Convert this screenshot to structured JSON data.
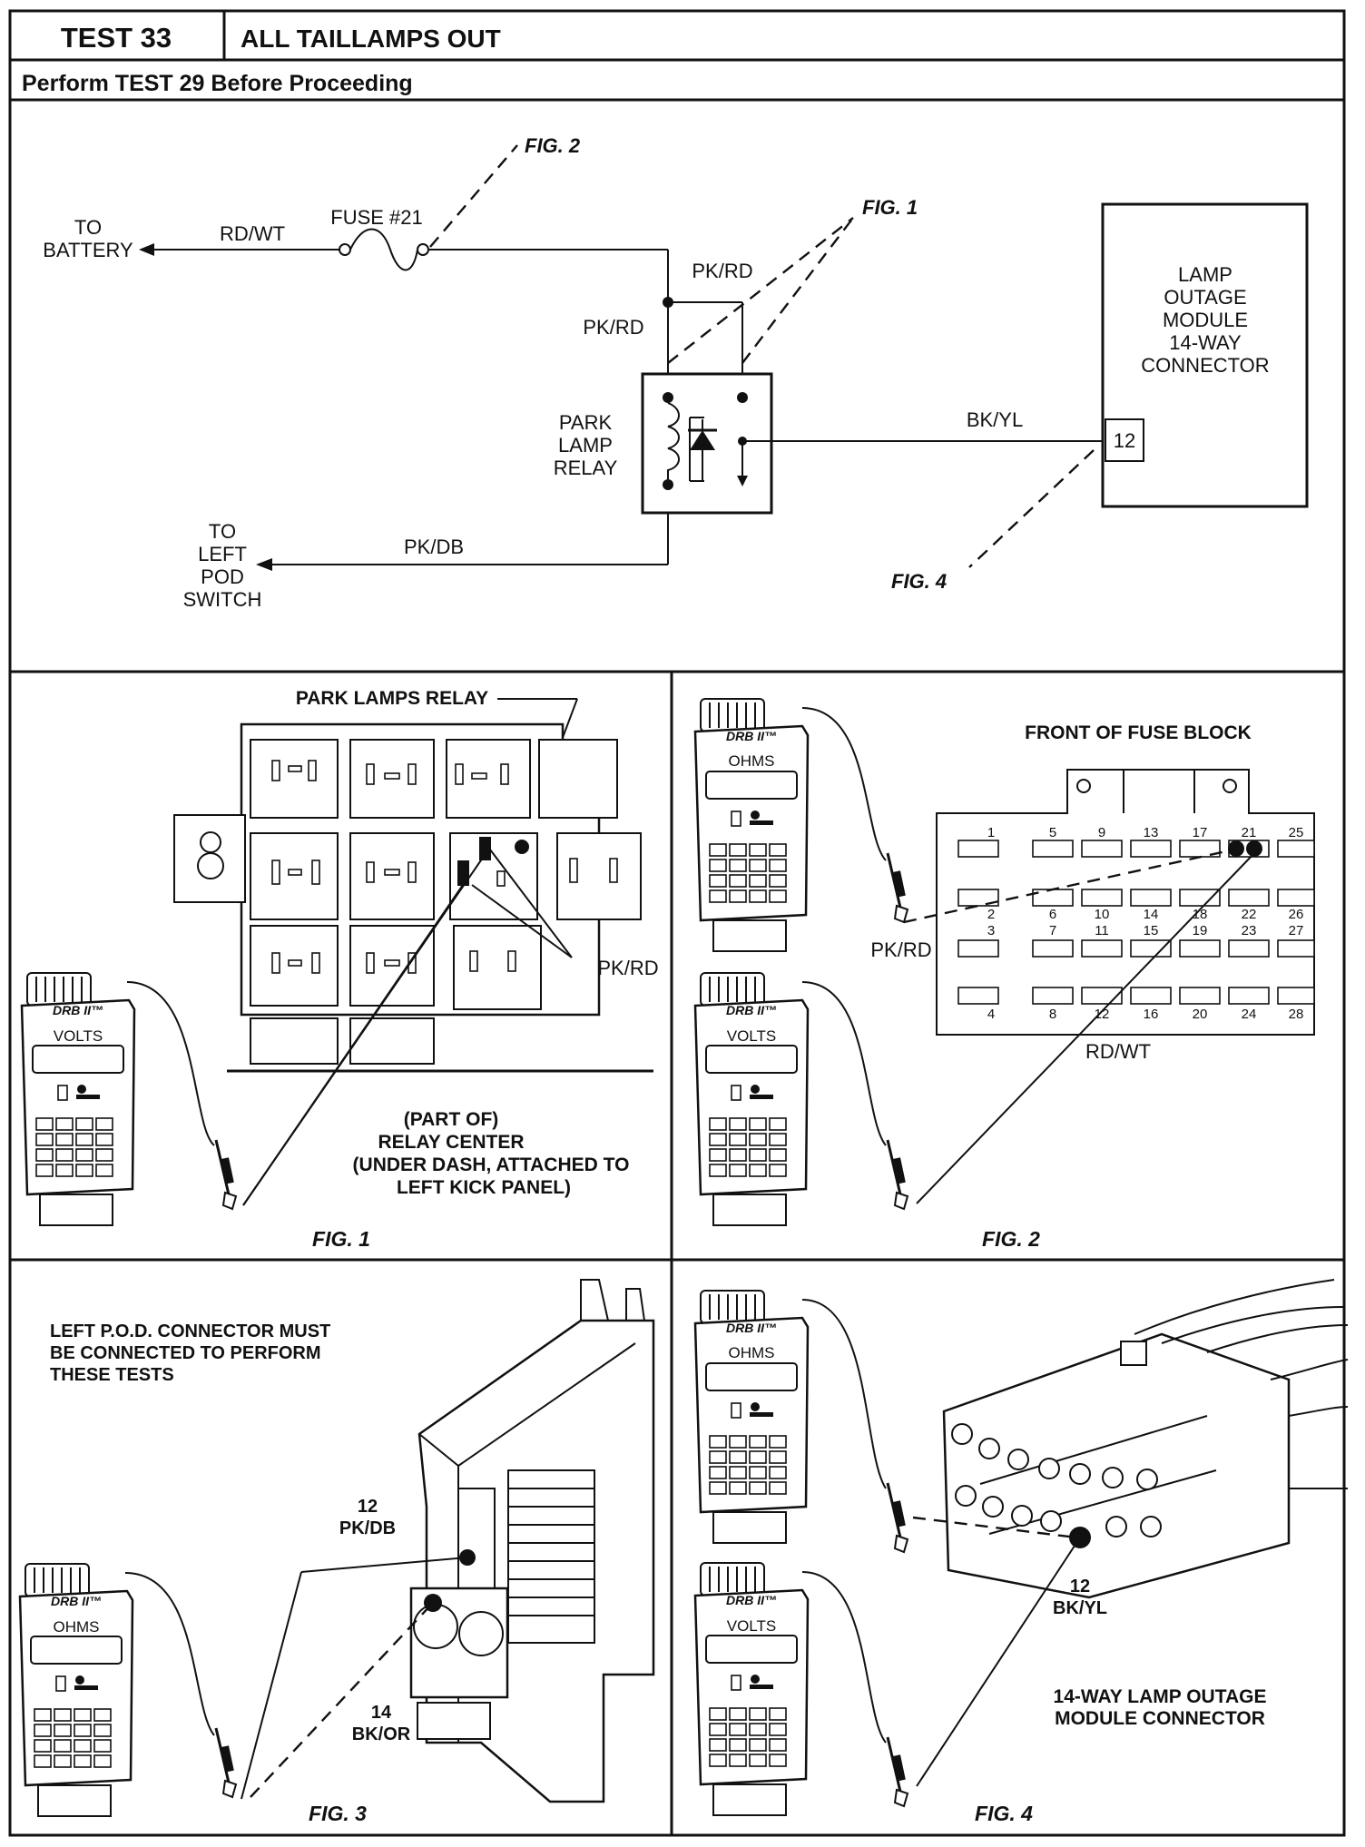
{
  "header": {
    "test_number": "TEST 33",
    "test_title": "ALL TAILLAMPS OUT",
    "prerequisite": "Perform TEST 29 Before Proceeding"
  },
  "schematic": {
    "to_battery": [
      "TO",
      "BATTERY"
    ],
    "wire_rd_wt": "RD/WT",
    "fuse": "FUSE #21",
    "fig2": "FIG. 2",
    "fig1": "FIG. 1",
    "pk_rd_top": "PK/RD",
    "pk_rd_left": "PK/RD",
    "relay": [
      "PARK",
      "LAMP",
      "RELAY"
    ],
    "bk_yl": "BK/YL",
    "module": [
      "LAMP",
      "OUTAGE",
      "MODULE",
      "14-WAY",
      "CONNECTOR"
    ],
    "pin12": "12",
    "to_pod": [
      "TO",
      "LEFT",
      "POD",
      "SWITCH"
    ],
    "pk_db": "PK/DB",
    "fig4": "FIG. 4"
  },
  "fig1_panel": {
    "relay_label": "PARK LAMPS RELAY",
    "wire": "PK/RD",
    "caption": [
      "(PART OF)",
      "RELAY CENTER",
      "(UNDER DASH, ATTACHED TO",
      "LEFT KICK PANEL)"
    ],
    "meter_mode": "VOLTS",
    "fig": "FIG. 1"
  },
  "fig2_panel": {
    "title": "FRONT OF FUSE BLOCK",
    "fuse_row1": [
      "1",
      "5",
      "9",
      "13",
      "17",
      "21",
      "25"
    ],
    "fuse_row2": [
      "2",
      "6",
      "10",
      "14",
      "18",
      "22",
      "26"
    ],
    "fuse_row3": [
      "3",
      "7",
      "11",
      "15",
      "19",
      "23",
      "27"
    ],
    "fuse_row4": [
      "4",
      "8",
      "12",
      "16",
      "20",
      "24",
      "28"
    ],
    "wire_left": "PK/RD",
    "wire_bottom": "RD/WT",
    "meter1_mode": "OHMS",
    "meter2_mode": "VOLTS",
    "fig": "FIG. 2"
  },
  "fig3_panel": {
    "note": [
      "LEFT P.O.D. CONNECTOR MUST",
      "BE CONNECTED TO PERFORM",
      "THESE TESTS"
    ],
    "pin12": [
      "12",
      "PK/DB"
    ],
    "pin14": [
      "14",
      "BK/OR"
    ],
    "meter_mode": "OHMS",
    "fig": "FIG. 3"
  },
  "fig4_panel": {
    "pin12": [
      "12",
      "BK/YL"
    ],
    "caption": [
      "14-WAY LAMP OUTAGE",
      "MODULE CONNECTOR"
    ],
    "meter1_mode": "OHMS",
    "meter2_mode": "VOLTS",
    "fig": "FIG. 4"
  },
  "meter": {
    "brand": "DRB II™"
  }
}
